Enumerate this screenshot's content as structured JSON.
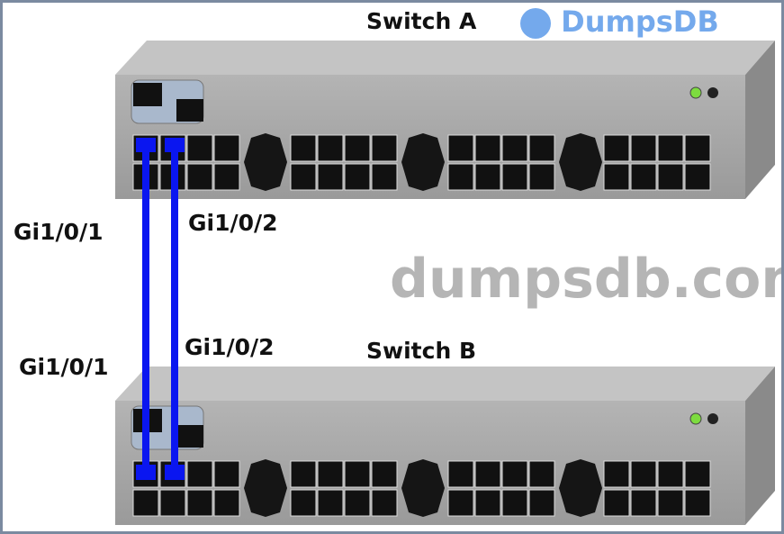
{
  "switches": [
    {
      "name": "Switch A"
    },
    {
      "name": "Switch B"
    }
  ],
  "links": [
    {
      "a_port": "Gi1/0/1",
      "b_port": "Gi1/0/1"
    },
    {
      "a_port": "Gi1/0/2",
      "b_port": "Gi1/0/2"
    }
  ],
  "watermark": {
    "logo": "DumpsDB",
    "diagonal": "dumpsdb.com"
  },
  "colors": {
    "cable": "#0a16f0",
    "chassis": "#a7a7a7",
    "port": "#111111",
    "led": "#7ddc3f"
  }
}
